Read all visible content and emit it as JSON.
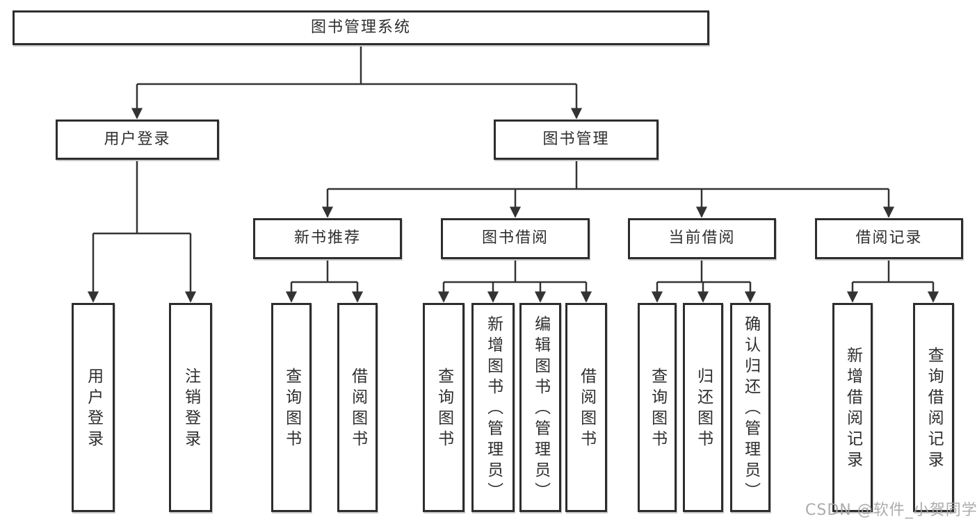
{
  "tree": {
    "label": "图书管理系统",
    "children": [
      {
        "label": "用户登录",
        "children": [
          {
            "label": "用户登录"
          },
          {
            "label": "注销登录"
          }
        ]
      },
      {
        "label": "图书管理",
        "children": [
          {
            "label": "新书推荐",
            "children": [
              {
                "label": "查询图书"
              },
              {
                "label": "借阅图书"
              }
            ]
          },
          {
            "label": "图书借阅",
            "children": [
              {
                "label": "查询图书"
              },
              {
                "label": "新增图书（管理员）"
              },
              {
                "label": "编辑图书（管理员）"
              },
              {
                "label": "借阅图书"
              }
            ]
          },
          {
            "label": "当前借阅",
            "children": [
              {
                "label": "查询图书"
              },
              {
                "label": "归还图书"
              },
              {
                "label": "确认归还（管理员）"
              }
            ]
          },
          {
            "label": "借阅记录",
            "children": [
              {
                "label": "新增借阅记录"
              },
              {
                "label": "查询借阅记录"
              }
            ]
          }
        ]
      }
    ]
  },
  "watermark": {
    "text": "CSDN @软件_小贺同学"
  },
  "colors": {
    "line": "#333333",
    "box_border": "#2d2d2d",
    "box_fill": "#ffffff",
    "text": "#2e2e2e",
    "watermark": "#a5a5a5"
  }
}
